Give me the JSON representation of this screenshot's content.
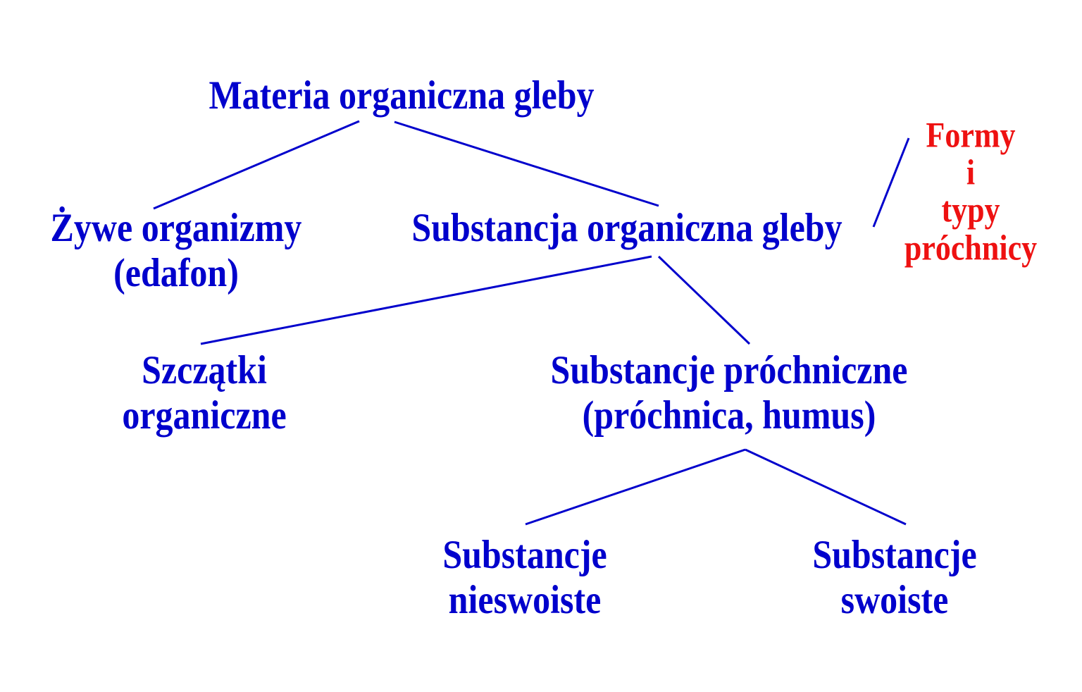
{
  "colors": {
    "node_text": "#0000cc",
    "note_text": "#ee1111",
    "line": "#0000cc",
    "background": "#ffffff"
  },
  "nodes": {
    "root": {
      "lines": [
        "Materia organiczna gleby"
      ]
    },
    "living": {
      "lines": [
        "Żywe organizmy",
        "(edafon)"
      ]
    },
    "substance": {
      "lines": [
        "Substancja organiczna gleby"
      ]
    },
    "remains": {
      "lines": [
        "Szczątki",
        "organiczne"
      ]
    },
    "humic": {
      "lines": [
        "Substancje próchniczne",
        "(próchnica, humus)"
      ]
    },
    "nonspecific": {
      "lines": [
        "Substancje",
        "nieswoiste"
      ]
    },
    "specific": {
      "lines": [
        "Substancje",
        "swoiste"
      ]
    }
  },
  "note": {
    "lines": [
      "Formy",
      "i",
      "typy",
      "próchnicy"
    ]
  }
}
